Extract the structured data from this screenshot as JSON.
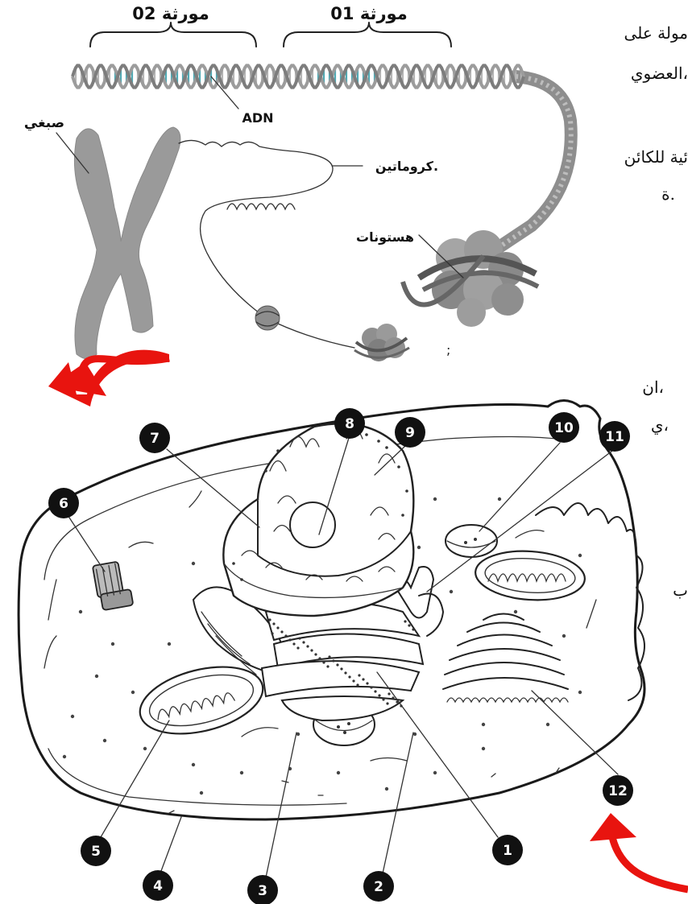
{
  "labels": {
    "gene2": "مورثة 02",
    "gene1": "مورثة 01",
    "dna": "ADN",
    "chromosome": "صبغي",
    "chromatin": "كروماتين.",
    "histones": "هستونات"
  },
  "side_text": {
    "line1": "مولة على",
    "line2": "العضوي،",
    "line3": "ئية للكائن",
    "line4": "ة.",
    "line5": "ان،",
    "line6": "ي،",
    "line7": "ب"
  },
  "numbers": [
    "1",
    "2",
    "3",
    "4",
    "5",
    "6",
    "7",
    "8",
    "9",
    "10",
    "11",
    "12"
  ],
  "colors": {
    "arrow": "#e8140f",
    "chromosome": "#9a9a9a",
    "dna_teal": "#4fa9b3",
    "dna_gray": "#9c9c9c",
    "badge": "#111111"
  },
  "icons": {
    "arrow_left": "curved-red-arrow",
    "arrow_right": "curved-red-arrow"
  }
}
